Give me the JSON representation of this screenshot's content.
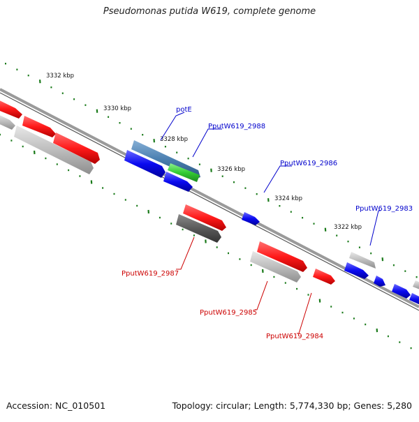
{
  "title": "Pseudomonas putida W619, complete genome",
  "footer": {
    "accession": "Accession: NC_010501",
    "topology": "Topology: circular; Length: 5,774,330 bp; Genes: 5,280"
  },
  "colors": {
    "backbone": "#8a8a8a",
    "tick": "#1a7a1a",
    "label_blue": "#0000cc",
    "label_red": "#cc0000",
    "gene_red": "#ff1a1a",
    "gene_blue": "#0a0af0",
    "gene_gray": "#bdbdbd",
    "gene_darkgray": "#5a5a5a",
    "gene_steel": "#4a7fb0",
    "gene_green": "#33cc33"
  },
  "scale_labels": [
    "3332 kbp",
    "3330 kbp",
    "3328 kbp",
    "3326 kbp",
    "3324 kbp",
    "3322 kbp"
  ],
  "gene_labels": {
    "potE": "potE",
    "g2988": "PputW619_2988",
    "g2986": "PputW619_2986",
    "g2983": "PputW619_2983",
    "g2987": "PputW619_2987",
    "g2985": "PputW619_2985",
    "g2984": "PputW619_2984"
  }
}
